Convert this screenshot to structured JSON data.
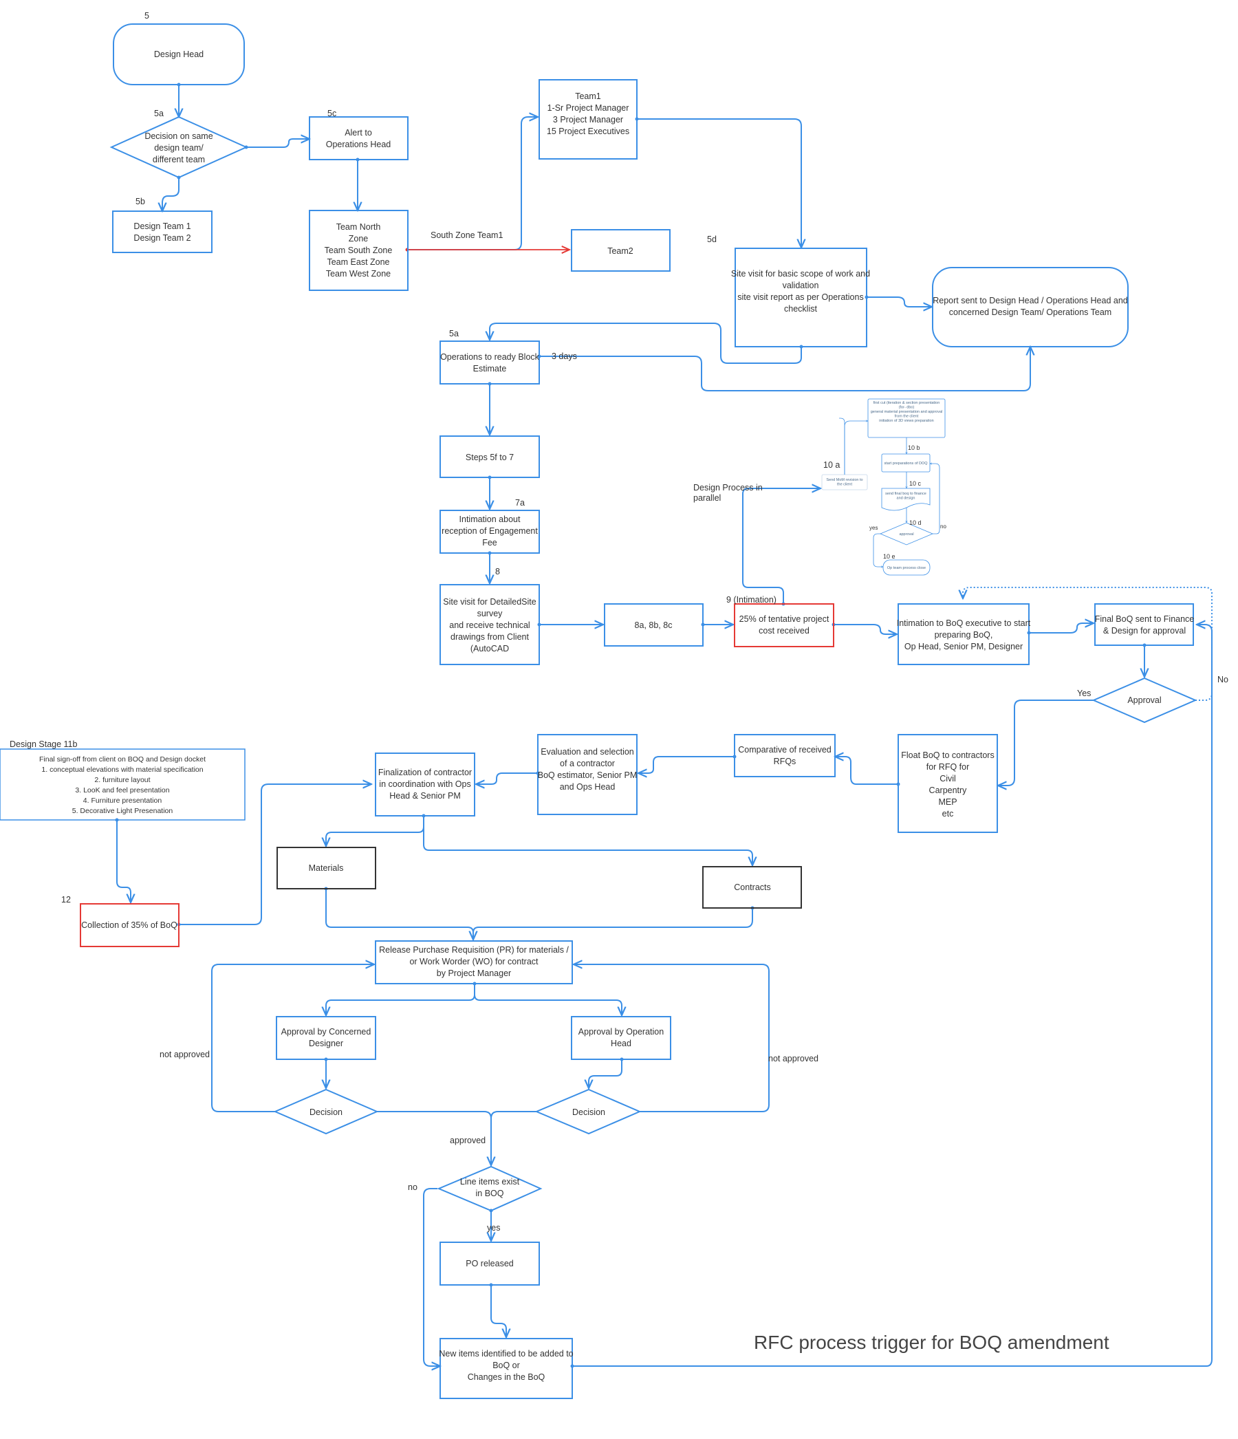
{
  "diagram": {
    "title": "RFC process trigger for BOQ amendment",
    "colors": {
      "line": "#3b8fe6",
      "node_stroke": "#3b8fe6",
      "red": "#e53935",
      "dark": "#333333",
      "text": "#333333"
    },
    "nodes": {
      "design_head": [
        "Design Head"
      ],
      "decision_team": [
        "Decision on same",
        "design team/",
        "different team"
      ],
      "alert_ops": [
        "Alert to",
        "Operations Head"
      ],
      "design_teams": [
        "Design Team 1",
        "Design Team 2"
      ],
      "zones": [
        "Team North",
        "Zone",
        "Team South Zone",
        "Team East Zone",
        "Team West Zone"
      ],
      "team1": [
        "Team1",
        "",
        "1-Sr Project Manager",
        "3 Project Manager",
        "15 Project Executives"
      ],
      "team2": [
        "Team2"
      ],
      "site_visit": [
        "Site visit for basic scope of work and",
        "validation",
        "",
        "site visit report as per Operations",
        "checklist"
      ],
      "report_sent": [
        "Report sent to Design Head / Operations Head and",
        "concerned Design Team/ Operations Team"
      ],
      "block_estimate": [
        "Operations to ready Block",
        "Estimate"
      ],
      "steps": [
        "Steps 5f to 7"
      ],
      "intimation_fee": [
        "Intimation about",
        "reception of Engagement",
        "Fee"
      ],
      "site_detailed": [
        "Site visit for DetailedSite",
        "survey",
        "and receive technical",
        "drawings from Client",
        "(AutoCAD"
      ],
      "n8abc": [
        "8a, 8b, 8c"
      ],
      "cost_received": [
        "25% of tentative project",
        "cost received"
      ],
      "intimation_boq": [
        "Intimation to BoQ executive to start",
        "preparing BoQ,",
        "Op Head, Senior PM, Designer"
      ],
      "final_boq": [
        "Final BoQ sent to Finance",
        "& Design for approval"
      ],
      "approval": [
        "Approval"
      ],
      "float_boq": [
        "Float BoQ to contractors",
        "for RFQ for",
        "Civil",
        "Carpentry",
        "MEP",
        "etc"
      ],
      "comparative": [
        "Comparative of received",
        "RFQs"
      ],
      "evaluation": [
        "Evaluation and selection",
        "of a contractor",
        "",
        "BoQ estimator, Senior PM",
        "and Ops Head"
      ],
      "finalization": [
        "Finalization of contractor",
        "in coordination with Ops",
        "Head & Senior PM"
      ],
      "design_stage": [
        "Final sign-off from client on BOQ and Design docket",
        "1. conceptual elevations with material specification",
        "2. furniture layout",
        "3. LooK and feel presentation",
        "4. Furniture presentation",
        "5. Decorative Light Presenation"
      ],
      "materials": [
        "Materials"
      ],
      "contracts": [
        "Contracts"
      ],
      "collection": [
        "Collection of 35% of BoQ"
      ],
      "release_pr": [
        "Release Purchase Requisition (PR) for materials /",
        "or Work Worder (WO) for contract",
        "by Project Manager"
      ],
      "approval_designer": [
        "Approval by Concerned",
        "Designer"
      ],
      "approval_ops": [
        "Approval by Operation",
        "Head"
      ],
      "decision_left": [
        "Decision"
      ],
      "decision_right": [
        "Decision"
      ],
      "line_items": [
        "Line items exist",
        "in BOQ"
      ],
      "po_released": [
        "PO released"
      ],
      "new_items": [
        "New items identified to be added to",
        "BoQ or",
        "Changes in the BoQ"
      ]
    },
    "labels": {
      "n5": "5",
      "n5a_top": "5a",
      "n5c": "5c",
      "n5b": "5b",
      "south_zone": "South Zone Team1",
      "n5d": "5d",
      "n5a_mid": "5a",
      "three_days": "3 days",
      "n7a": "7a",
      "n8": "8",
      "n9": "9 (Intimation)",
      "design_parallel_1": "Design Process in",
      "design_parallel_2": "parallel",
      "n10a": "10 a",
      "yes": "Yes",
      "no": "No",
      "design_stage_head": "Design Stage 11b",
      "n12": "12",
      "not_approved_left": "not approved",
      "not_approved_right": "not approved",
      "approved": "approved",
      "no_lower": "no",
      "yes_lower": "yes"
    },
    "mini_flow": {
      "box_a": [
        "first cut (iteration & section presentation",
        "(for- dbo)",
        "general material presentation and approval",
        "from the client",
        "",
        "initiation of 3D views preparation"
      ],
      "box_a_note": [
        "Send MoM revision to",
        "the client"
      ],
      "n10b": "10 b",
      "box_b": [
        "start preparations of DOQ"
      ],
      "n10c": "10 c",
      "box_c": [
        "send final boq to finance",
        "and design"
      ],
      "n10d": "10 d",
      "diamond": [
        "approval"
      ],
      "yes": "yes",
      "no": "no",
      "n10e": "10 e",
      "box_e": [
        "Op team process close"
      ]
    }
  }
}
